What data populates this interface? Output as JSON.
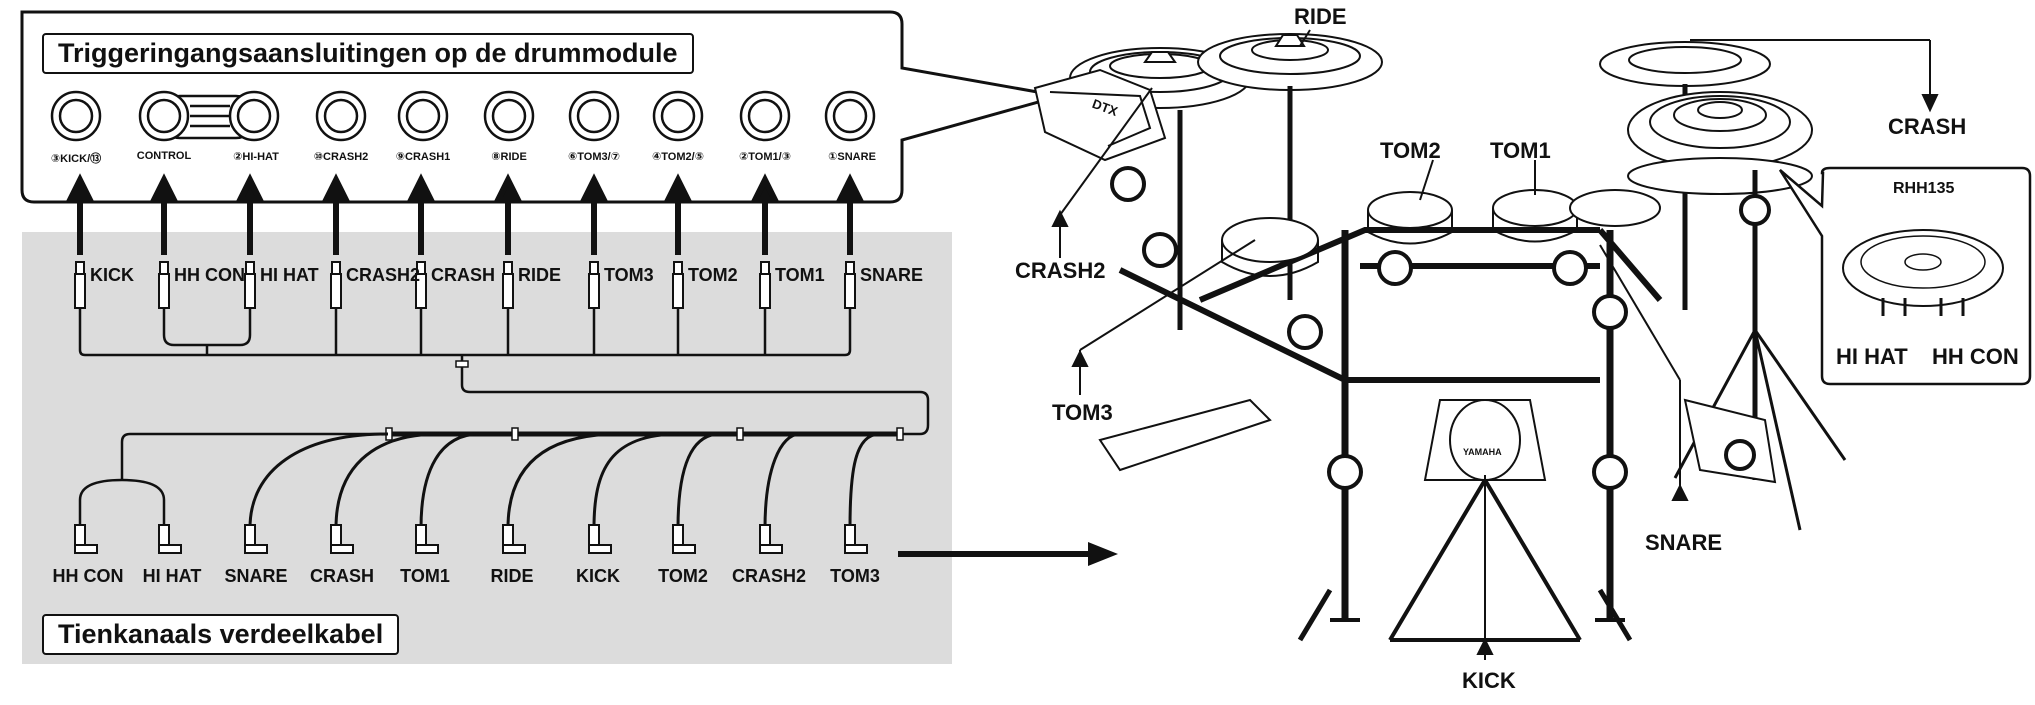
{
  "module_panel": {
    "title": "Triggeringangsaansluitingen op de drummodule",
    "jacks": [
      {
        "label": "③KICK/⑬"
      },
      {
        "label": "CONTROL"
      },
      {
        "label": "②HI-HAT"
      },
      {
        "label": "⑩CRASH2"
      },
      {
        "label": "⑨CRASH1"
      },
      {
        "label": "⑧RIDE"
      },
      {
        "label": "⑥TOM3/⑦"
      },
      {
        "label": "④TOM2/⑤"
      },
      {
        "label": "②TOM1/③"
      },
      {
        "label": "①SNARE"
      }
    ]
  },
  "cable": {
    "title": "Tienkanaals verdeelkabel",
    "top_plugs": [
      "KICK",
      "HH CON",
      "HI HAT",
      "CRASH2",
      "CRASH",
      "RIDE",
      "TOM3",
      "TOM2",
      "TOM1",
      "SNARE"
    ],
    "bottom_plugs": [
      "HH CON",
      "HI HAT",
      "SNARE",
      "CRASH",
      "TOM1",
      "RIDE",
      "KICK",
      "TOM2",
      "CRASH2",
      "TOM3"
    ]
  },
  "drum_kit": {
    "labels": {
      "ride": "RIDE",
      "crash": "CRASH",
      "tom2": "TOM2",
      "tom1": "TOM1",
      "crash2": "CRASH2",
      "tom3": "TOM3",
      "snare": "SNARE",
      "kick": "KICK"
    },
    "module_logo": "DTX",
    "kick_logo": "YAMAHA"
  },
  "rhh135": {
    "title": "RHH135",
    "labels": [
      "HI HAT",
      "HH CON"
    ]
  }
}
